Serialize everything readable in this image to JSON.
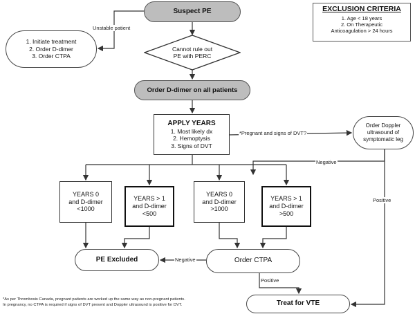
{
  "exclusion": {
    "title": "EXCLUSION CRITERIA",
    "items": [
      "1. Age < 18 years",
      "2. On Therapeutic",
      "Anticoagulation > 24 hours"
    ]
  },
  "nodes": {
    "suspect_pe": "Suspect PE",
    "unstable_actions": [
      "1. Initiate treatment",
      "2. Order D-dimer",
      "3. Order CTPA"
    ],
    "perc": [
      "Cannot rule out",
      "PE with PERC"
    ],
    "order_ddimer": "Order D-dimer on all patients",
    "years_title": "APPLY YEARS",
    "years_items": [
      "1. Most likely dx",
      "2. Hemoptysis",
      "3. Signs of DVT"
    ],
    "doppler": [
      "Order Doppler",
      "ultrasound of",
      "symptomatic leg"
    ],
    "b1": [
      "YEARS 0",
      "and D-dimer",
      "<1000"
    ],
    "b2": [
      "YEARS > 1",
      "and D-dimer",
      "<500"
    ],
    "b3": [
      "YEARS 0",
      "and D-dimer",
      ">1000"
    ],
    "b4": [
      "YEARS > 1",
      "and D-dimer",
      ">500"
    ],
    "pe_excluded": "PE Excluded",
    "order_ctpa": "Order CTPA",
    "treat_vte": "Treat for VTE"
  },
  "edge_labels": {
    "unstable": "Unstable patient",
    "pregnant": "*Pregnant and signs of DVT?",
    "negative_doppler": "Negative",
    "positive_doppler": "Positive",
    "negative_ctpa": "Negative",
    "positive_ctpa": "Positive"
  },
  "footnote": [
    "*As per Thrombosis Canada, pregnant patients are worked up the same way as non-pregnant patients.",
    "In pregnancy, no CTPA is required if signs of DVT present and Doppler ultrasound is positive for DVT."
  ]
}
